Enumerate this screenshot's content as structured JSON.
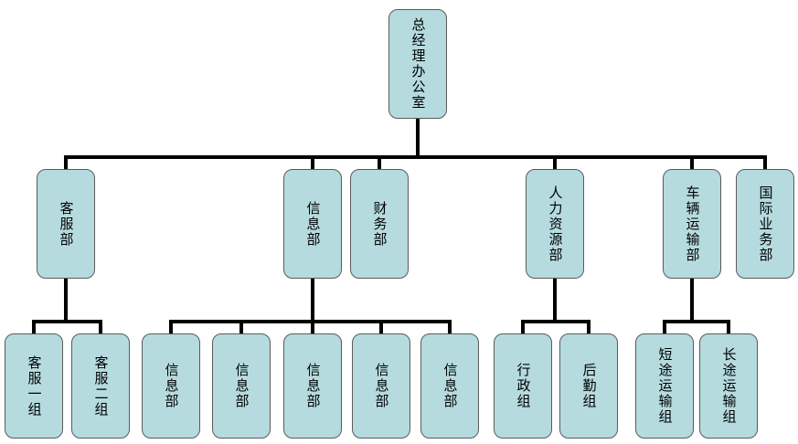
{
  "colors": {
    "node-fill": "#b5dbdf",
    "node-border": "#5a5a5a",
    "line": "#000000"
  },
  "tree": {
    "label": "总经理办公室",
    "children": [
      {
        "label": "客服部",
        "children": [
          {
            "label": "客服一组"
          },
          {
            "label": "客服二组"
          }
        ]
      },
      {
        "label": "信息部",
        "children": [
          {
            "label": "信息部"
          },
          {
            "label": "信息部"
          },
          {
            "label": "信息部"
          },
          {
            "label": "信息部"
          },
          {
            "label": "信息部"
          }
        ]
      },
      {
        "label": "财务部",
        "children": []
      },
      {
        "label": "人力资源部",
        "children": [
          {
            "label": "行政组"
          },
          {
            "label": "后勤组"
          }
        ]
      },
      {
        "label": "车辆运输部",
        "children": [
          {
            "label": "短途运输组"
          },
          {
            "label": "长途运输组"
          }
        ]
      },
      {
        "label": "国际业务部",
        "children": []
      }
    ]
  }
}
